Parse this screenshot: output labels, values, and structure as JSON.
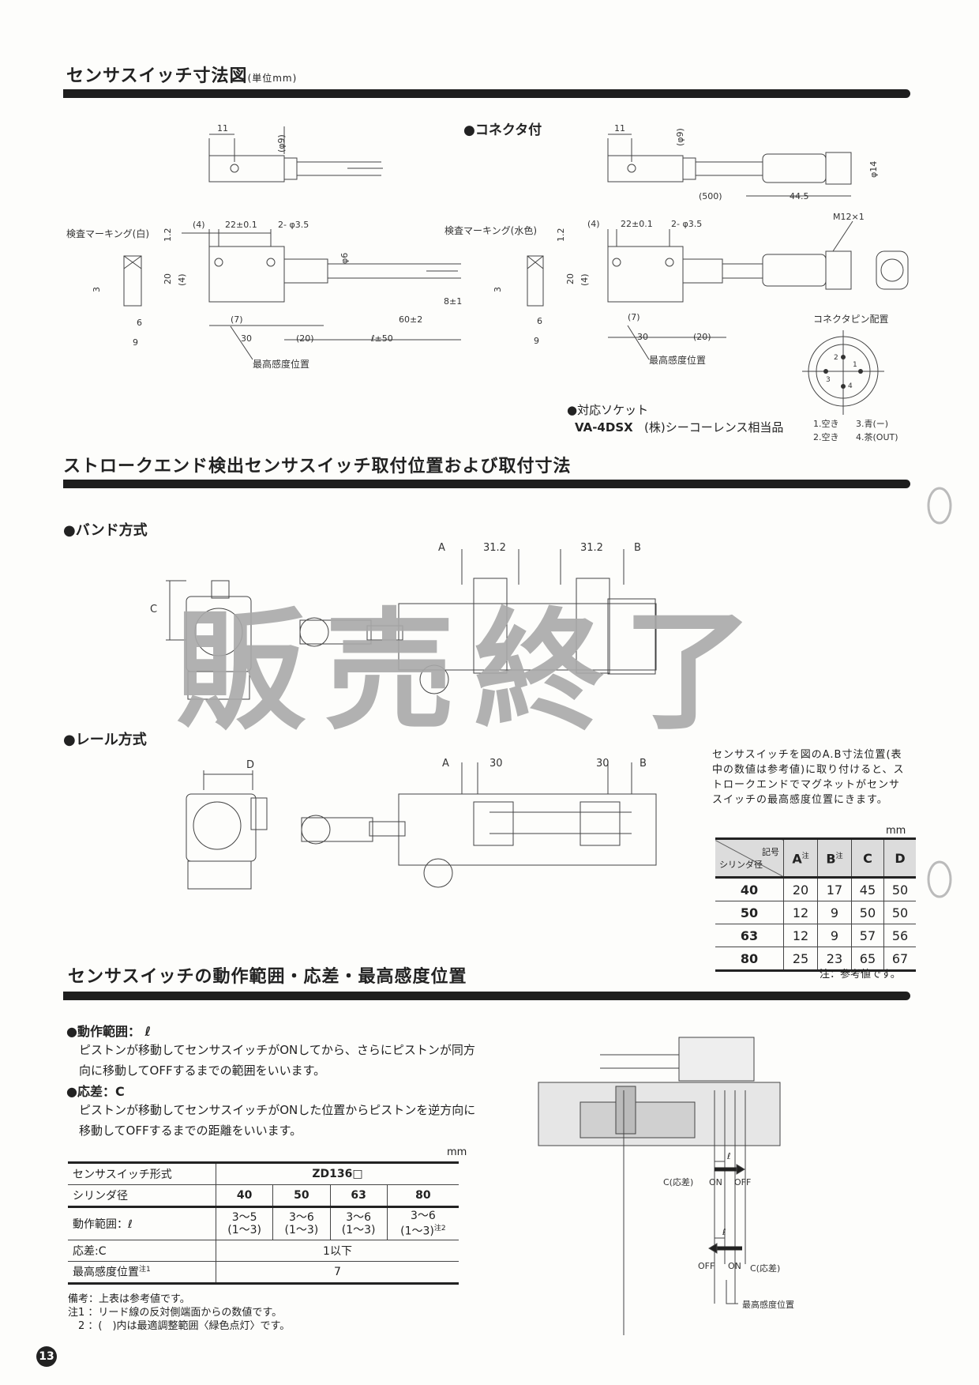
{
  "sec1": {
    "title": "センサスイッチ寸法図",
    "unit": "(単位mm)",
    "connector_label": "●コネクタ付",
    "left_top": {
      "d11": "11",
      "phi9": "(φ9)"
    },
    "left_main": {
      "marking": "検査マーキング(白)",
      "d4": "(4)",
      "d22": "22±0.1",
      "holes": "2- φ3.5",
      "d12": "1.2",
      "d20": "20",
      "d4v": "(4)",
      "phi6": "φ6",
      "d3": "3",
      "d6": "6",
      "d9": "9",
      "d7": "(7)",
      "d30": "30",
      "d20b": "(20)",
      "lpm": "ℓ±50",
      "d60": "60±2",
      "d8": "8±1",
      "sens": "最高感度位置"
    },
    "right_top": {
      "d11": "11",
      "phi9": "(φ9)",
      "phi14": "φ14",
      "d500": "(500)",
      "d445": "44.5"
    },
    "right_main": {
      "marking": "検査マーキング(水色)",
      "d4": "(4)",
      "d22": "22±0.1",
      "holes": "2- φ3.5",
      "m12": "M12×1",
      "d12": "1.2",
      "d20": "20",
      "d4v": "(4)",
      "d3": "3",
      "d6": "6",
      "d9": "9",
      "d7": "(7)",
      "d30": "30",
      "d20b": "(20)",
      "sens": "最高感度位置"
    },
    "pin": {
      "title": "コネクタピン配置",
      "p1": "1",
      "p2": "2",
      "p3": "3",
      "p4": "4",
      "legend1a": "1.空き",
      "legend1b": "3.青(ー)",
      "legend2a": "2.空き",
      "legend2b": "4.茶(OUT)"
    },
    "socket": {
      "label": "●対応ソケット",
      "model": "VA-4DSX",
      "maker": "(株)シーコーレンス相当品"
    }
  },
  "sec2": {
    "title": "ストロークエンド検出センサスイッチ取付位置および取付寸法",
    "band": {
      "label": "●バンド方式",
      "A": "A",
      "d1": "31.2",
      "d2": "31.2",
      "B": "B",
      "C": "C"
    },
    "rail": {
      "label": "●レール方式",
      "D": "D",
      "A": "A",
      "d1": "30",
      "d2": "30",
      "B": "B"
    },
    "note": "センサスイッチを図のA.B寸法位置(表中の数値は参考値)に取り付けると、ストロークエンドでマグネットがセンサスイッチの最高感度位置にきます。",
    "unit": "mm",
    "table": {
      "corner_top": "記号",
      "corner_bottom": "シリンダ径",
      "headers": [
        "A",
        "B",
        "C",
        "D"
      ],
      "note_mark": "注",
      "rows": [
        {
          "bore": "40",
          "vals": [
            "20",
            "17",
            "45",
            "50"
          ]
        },
        {
          "bore": "50",
          "vals": [
            "12",
            "9",
            "50",
            "50"
          ]
        },
        {
          "bore": "63",
          "vals": [
            "12",
            "9",
            "57",
            "56"
          ]
        },
        {
          "bore": "80",
          "vals": [
            "25",
            "23",
            "65",
            "67"
          ]
        }
      ]
    },
    "footnote": "注：参考値です。"
  },
  "watermark": "販売終了",
  "sec3": {
    "title": "センサスイッチの動作範囲・応差・最高感度位置",
    "range_head": "●動作範囲： ℓ",
    "range_text": "ピストンが移動してセンサスイッチがONしてから、さらにピストンが同方向に移動してOFFするまでの範囲をいいます。",
    "diff_head": "●応差：C",
    "diff_text": "ピストンが移動してセンサスイッチがONした位置からピストンを逆方向に移動してOFFするまでの距離をいいます。",
    "unit": "mm",
    "table": {
      "model_label": "センサスイッチ形式",
      "model": "ZD136□",
      "bore_label": "シリンダ径",
      "bores": [
        "40",
        "50",
        "63",
        "80"
      ],
      "range_label": "動作範囲：ℓ",
      "ranges": [
        [
          "3～5",
          "(1～3)"
        ],
        [
          "3～6",
          "(1～3)"
        ],
        [
          "3～6",
          "(1～3)"
        ],
        [
          "3～6",
          "(1～3)"
        ]
      ],
      "range_note": "注2",
      "diff_label": "応差:C",
      "diff": "1以下",
      "sens_label": "最高感度位置",
      "sens_note": "注1",
      "sens": "7"
    },
    "notes": [
      "備考：上表は参考値です。",
      "注1 ：リード線の反対側端面からの数値です。",
      "　2 ：(　)内は最適調整範囲〈緑色点灯〉です。"
    ],
    "diagram": {
      "l1": "ℓ",
      "c1": "C(応差)",
      "on1": "ON",
      "off1": "OFF",
      "l2": "ℓ",
      "off2": "OFF",
      "on2": "ON",
      "c2": "C(応差)",
      "sens": "最高感度位置"
    }
  },
  "page_number": "13"
}
